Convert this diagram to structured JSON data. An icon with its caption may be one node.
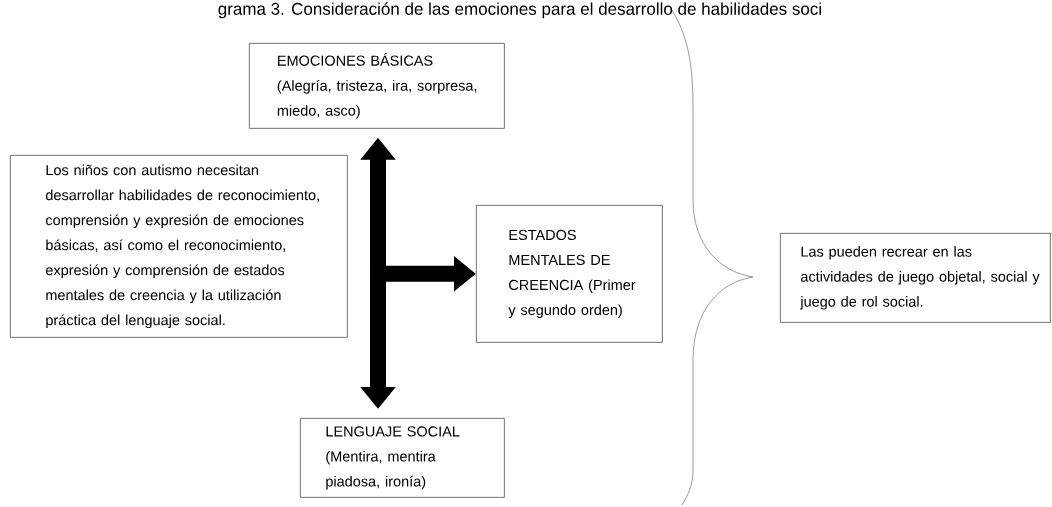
{
  "diagram": {
    "title": "grama 3. Consideración de las emociones para el desarrollo de habilidades soci",
    "nodes": [
      {
        "text": [
          "Los niños con autismo necesitan desarrollar habilidades de reconocimiento, comprensión y expresión de emociones básicas, así como el reconocimiento, expresión y comprensión de estados mentales de creencia y la utilización práctica del lenguaje social."
        ]
      },
      {
        "text": [
          "EMOCIONES BÁSICAS (Alegría, tristeza, ira, sorpresa, miedo, asco)"
        ]
      },
      {
        "text": [
          "ESTADOS MENTALES DE CREENCIA (Primer y segundo orden)"
        ]
      },
      {
        "text": [
          "LENGUAJE SOCIAL (Mentira, mentira piadosa, ironía)"
        ]
      },
      {
        "text": [
          "Las pueden recrear en las actividades de juego objetal, social y juego de rol social."
        ]
      }
    ],
    "edges": [
      {
        "from": 3,
        "to": 1,
        "arrow": "both"
      },
      {
        "from": 0,
        "to": 2,
        "arrow": "to"
      }
    ]
  }
}
